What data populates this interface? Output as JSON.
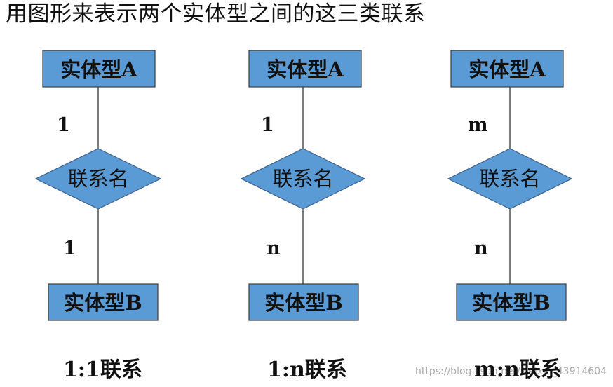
{
  "title": "用图形来表示两个实体型之间的这三类联系",
  "colors": {
    "entity_fill": "#5b9bd5",
    "relationship_fill": "#5b9bd5",
    "text": "#111111"
  },
  "diagrams": [
    {
      "entity_a": "实体型A",
      "relationship": "联系名",
      "entity_b": "实体型B",
      "card_a": "1",
      "card_b": "1",
      "caption": "1:1联系"
    },
    {
      "entity_a": "实体型A",
      "relationship": "联系名",
      "entity_b": "实体型B",
      "card_a": "1",
      "card_b": "n",
      "caption": "1:n联系"
    },
    {
      "entity_a": "实体型A",
      "relationship": "联系名",
      "entity_b": "实体型B",
      "card_a": "m",
      "card_b": "n",
      "caption": "m:n联系"
    }
  ],
  "watermark": "https://blog.csdn.net/weixin_43914604"
}
